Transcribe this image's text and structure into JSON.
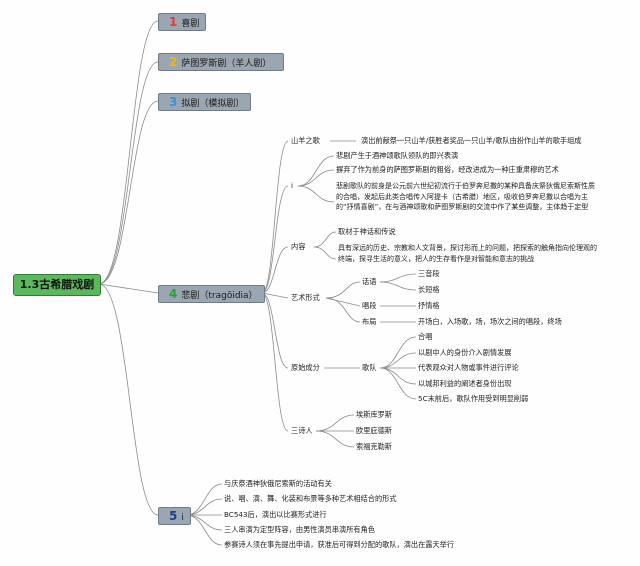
{
  "root": "1.3古希腊戏剧",
  "branches": [
    {
      "num": "1",
      "num_color": "#e53935",
      "label": "喜剧"
    },
    {
      "num": "2",
      "num_color": "#f2b705",
      "label": "萨图罗斯剧（羊人剧）"
    },
    {
      "num": "3",
      "num_color": "#3b8fd9",
      "label": "拟剧（模拟剧）"
    },
    {
      "num": "4",
      "num_color": "#2e9e3f",
      "label": "悲剧（tragōidia）"
    },
    {
      "num": "5",
      "num_color": "#1f3f8a",
      "label": "i"
    }
  ],
  "tragedy": {
    "origin": {
      "label": "山羊之歌",
      "text": "演出前献祭一只山羊/获胜者奖品一只山羊/歌队由扮作山羊的歌手组成"
    },
    "info": {
      "label": "i",
      "items": [
        "悲剧产生于酒神颂歌队领队的即兴表演",
        "摒弃了作为前身的萨图罗斯剧的粗俗，经改进成为一种庄重肃穆的艺术",
        "悲剧歌队的前身是公元前六世纪初流行于伯罗奔尼撒的某种具备庆祭狄俄尼索斯性质的合唱，发起后此类合唱传入阿提卡（古希腊）地区，吸收伯罗奔尼撒以合唱为主的“抒情喜剧”，在与酒神颂歌和萨图罗斯剧的交流中作了某些调整，主体趋于定型"
      ]
    },
    "content": {
      "label": "内容",
      "items": [
        "取材于神话和传说",
        "具有深远的历史、宗教和人文背景，探讨形而上的问题，把探索的触角指向伦理观的终端，探寻生活的意义，把人的生存看作是对智能和意志的挑战"
      ]
    },
    "form": {
      "label": "艺术形式",
      "dialogue": {
        "label": "话语",
        "items": [
          "三音段",
          "长短格"
        ]
      },
      "song": {
        "label": "唱段",
        "item": "抒情格"
      },
      "layout": {
        "label": "布局",
        "item": "开场白，入场歌，场，场次之间的唱段，终场"
      }
    },
    "elements": {
      "label": "原始成分",
      "chorus": {
        "label": "歌队",
        "items": [
          "合唱",
          "以剧中人的身份介入剧情发展",
          "代表观众对人物或事件进行评论",
          "以城邦利益的阐述者身份出现",
          "5C末前后，歌队作用受到明显削弱"
        ]
      }
    },
    "poets": {
      "label": "三诗人",
      "items": [
        "埃斯库罗斯",
        "欧里庇德斯",
        "索福克勒斯"
      ]
    }
  },
  "branch5_items": [
    "与庆祭酒神狄俄尼索斯的活动有关",
    "说、唱、演、舞、化装和布景等多种艺术相结合的形式",
    "BC543后，演出以比赛形式进行",
    "三人串演为定型阵容，由男性演员串演所有角色",
    "参赛诗人须在事先提出申请，获准后可得到分配的歌队，演出在露天举行"
  ]
}
